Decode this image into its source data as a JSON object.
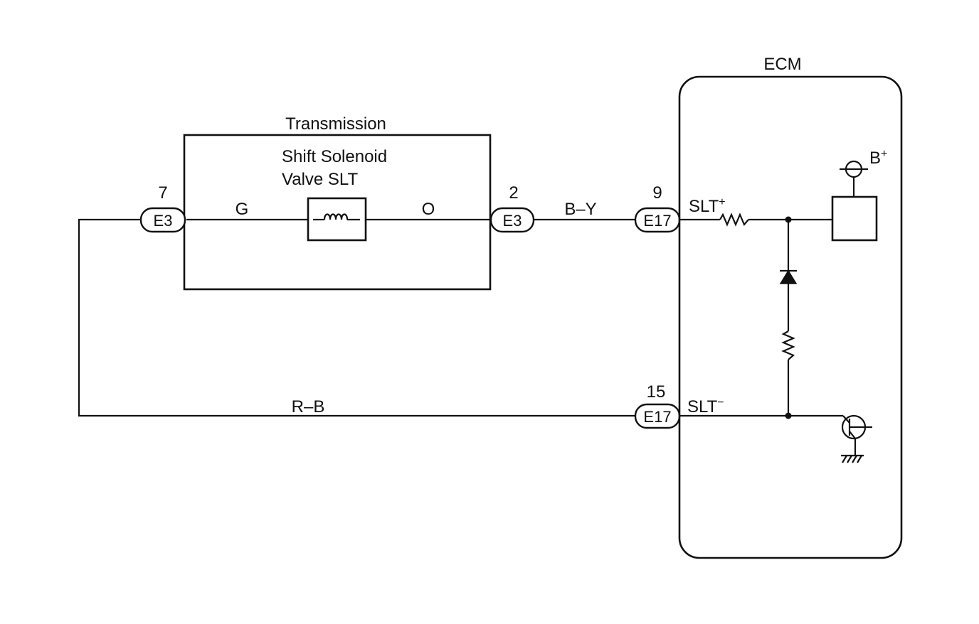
{
  "ecm": {
    "title": "ECM"
  },
  "transmission": {
    "title": "Transmission"
  },
  "solenoid": {
    "line1": "Shift Solenoid",
    "line2": "Valve SLT"
  },
  "connectors": {
    "e3_left": {
      "pin": "7",
      "code": "E3"
    },
    "e3_right": {
      "pin": "2",
      "code": "E3"
    },
    "e17_top": {
      "pin": "9",
      "code": "E17"
    },
    "e17_bottom": {
      "pin": "15",
      "code": "E17"
    }
  },
  "wires": {
    "g": "G",
    "o": "O",
    "by": "B–Y",
    "rb": "R–B"
  },
  "terminals": {
    "slt_plus": {
      "text": "SLT",
      "sign": "+"
    },
    "slt_minus": {
      "text": "SLT",
      "sign": "−"
    },
    "b_plus": {
      "text": "B",
      "sign": "+"
    }
  }
}
